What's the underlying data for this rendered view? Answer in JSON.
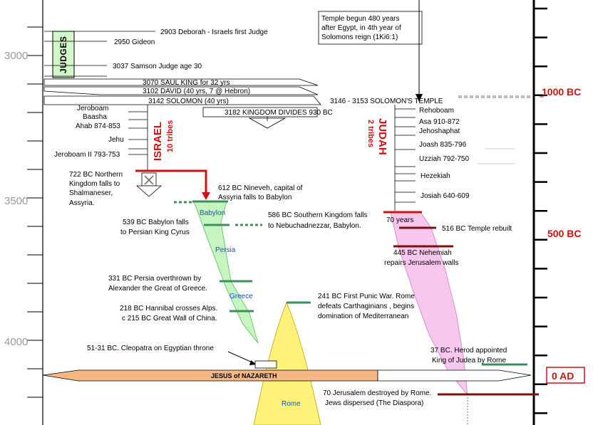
{
  "axis_left": {
    "ticks": [
      "3000",
      "3500",
      "4000"
    ]
  },
  "axis_right": {
    "labels": [
      "1000 BC",
      "500 BC",
      "0 AD"
    ]
  },
  "judges": {
    "box_label": "JUDGES",
    "events": [
      "2903 Deborah - Israels first Judge",
      "2950  Gideon",
      "3037 Samson Judge age 30"
    ]
  },
  "united_kingdom": [
    "3070  SAUL  KING for 32 yrs",
    "3102  DAVID  (40 yrs, 7 @ Hebron)",
    "3142  SOLOMON (40 yrs)"
  ],
  "temple": {
    "note_lines": [
      "Temple begun 480 years",
      "after Egypt, in 4th year of",
      "Solomons reign (1Ki6:1)"
    ],
    "solomons_temple": "3146 - 3153   SOLOMON'S TEMPLE"
  },
  "kingdom_divides": "3182  KINGDOM DIVIDES  930 BC",
  "israel": {
    "name": "ISRAEL",
    "tribes": "10 tribes",
    "kings": [
      "Jeroboam",
      "Baasha",
      "Ahab  874-853",
      "Jehu",
      "Jeroboam II  793-753"
    ],
    "fall_lines": [
      "722 BC Northern",
      "Kingdom falls to",
      "Shalmaneser,",
      "Assyria."
    ]
  },
  "judah": {
    "name": "JUDAH",
    "tribes": "2 tribes",
    "kings": [
      "Rehoboam",
      "Asa 910-872",
      "Jehoshaphat",
      "Joash 835-796",
      "Uzziah 792-750",
      "Hezekiah",
      "Josiah 640-609"
    ]
  },
  "events": {
    "nineveh": [
      "612 BC Nineveh, capital of",
      "Assyria falls to Babylon"
    ],
    "babylon_falls": [
      "539 BC Babylon falls",
      "to Persian  King Cyrus"
    ],
    "southern_falls": [
      "586 BC Southern Kingdom falls",
      "to Nebuchadnezzar, Babylon."
    ],
    "seventy_years": "70 years",
    "temple_rebuilt": "516 BC Temple rebuilt",
    "nehemiah": [
      "445 BC Nehemiah",
      "repairs Jerusalem walls"
    ],
    "persia_overthrown": [
      "331 BC Persia overthrown by",
      "Alexander the Great of Greece."
    ],
    "hannibal": [
      "218 BC Hannibal crosses Alps.",
      "c 215 BC Great Wall of China."
    ],
    "punic_war": [
      "241 BC First Punic War. Rome",
      "defeats Carthaginians , begins",
      "domination of Mediterranean"
    ],
    "cleopatra": "51-31 BC. Cleopatra on Egyptian throne",
    "herod": [
      "37 BC. Herod appointed",
      "King of Judea by Rome"
    ],
    "jerusalem_destroyed": [
      "70 Jerusalem destroyed by Rome.",
      "Jews dispersed (The Diaspora)"
    ]
  },
  "empires": {
    "babylon": "Babylon",
    "persia": "Persia",
    "greece": "Greece",
    "rome": "Rome"
  },
  "jesus_bar": "JESUS of NAZARETH",
  "colors": {
    "red": "#cc1111",
    "dark_red": "#7a1010",
    "green_fill": "#c6f5c0",
    "green_mark": "#3c8f5a",
    "pink_fill": "#f7c7ee",
    "yellow_fill": "#fff27a",
    "orange_bar": "#f5b784",
    "judges_box": "#d2f7c8",
    "empire_text": "#1a4fcc"
  }
}
